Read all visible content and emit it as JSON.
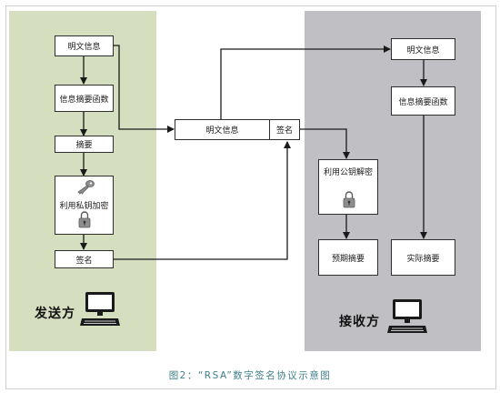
{
  "sender": {
    "label": "发送方",
    "plaintext": "明文信息",
    "digest_function": "信息摘要函数",
    "digest": "摘要",
    "encrypt_with_private_key": "利用私钥加密",
    "signature": "签名"
  },
  "transmission": {
    "plaintext": "明文信息",
    "signature": "签名"
  },
  "receiver": {
    "label": "接收方",
    "plaintext": "明文信息",
    "digest_function": "信息摘要函数",
    "decrypt_with_public_key": "利用公钥解密",
    "expected_digest": "预期摘要",
    "actual_digest": "实际摘要"
  },
  "caption": "图2：“RSA”数字签名协议示意图",
  "colors": {
    "sender_panel": "#d6dec0",
    "receiver_panel": "#c0bfc3",
    "caption_text": "#3f7f8a"
  },
  "icons": [
    "key-icon",
    "lock-icon",
    "computer-icon"
  ]
}
